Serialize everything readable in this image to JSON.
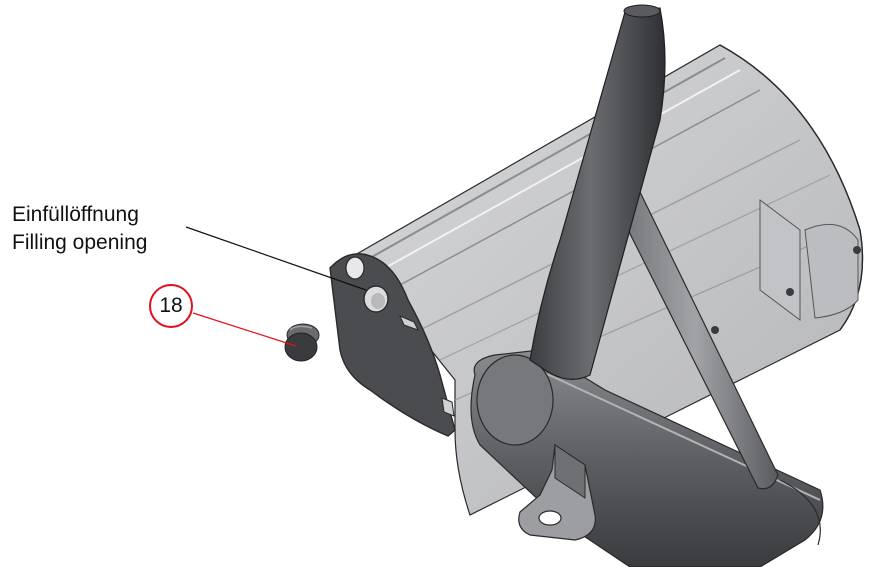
{
  "annotation": {
    "label_de": "Einfüllöffnung",
    "label_en": "Filling opening"
  },
  "callout": {
    "number": "18",
    "color": "#e0101a"
  },
  "colors": {
    "metal_light": "#cfd0d2",
    "metal_mid": "#a9aaad",
    "metal_dark": "#4a4b4e",
    "edge": "#2a2a2c"
  }
}
